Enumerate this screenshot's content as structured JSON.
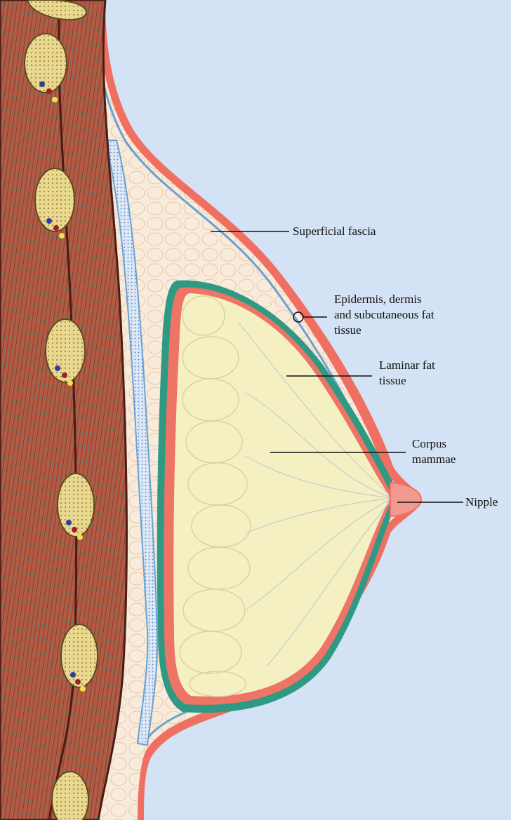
{
  "diagram": {
    "colors": {
      "background": "#d3e2f4",
      "skin": "#f06f63",
      "subcutaneous_fat": "#f8e7d5",
      "fascia": "#6aa1d1",
      "laminar_fat": "#2f9a83",
      "gland": "#f5f0c2",
      "muscle": "#b0533f",
      "rib_bone": "#ddc77b"
    },
    "labels": {
      "superficial_fascia": "Superficial fascia",
      "epidermis_line1": "Epidermis, dermis",
      "epidermis_line2": "and subcutaneous fat",
      "epidermis_line3": "tissue",
      "laminar_line1": "Laminar fat",
      "laminar_line2": "tissue",
      "corpus_line1": "Corpus",
      "corpus_line2": "mammae",
      "nipple": "Nipple"
    }
  }
}
